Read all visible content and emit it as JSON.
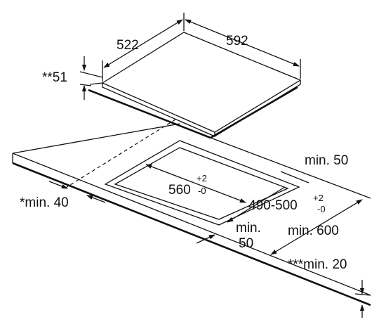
{
  "dims": {
    "hob_depth": "522",
    "hob_width": "592",
    "hob_height": "**51",
    "cutout_width": "560",
    "cutout_width_tol_plus": "+2",
    "cutout_width_tol_minus": "-0",
    "cutout_depth": "490-500",
    "cutout_depth_tol_plus": "+2",
    "cutout_depth_tol_minus": "-0",
    "min_50_back": "min. 50",
    "min_40_front": "*min. 40",
    "min_50_side_a": "min.",
    "min_50_side_b": "50",
    "min_600": "min. 600",
    "min_20": "***min. 20"
  }
}
